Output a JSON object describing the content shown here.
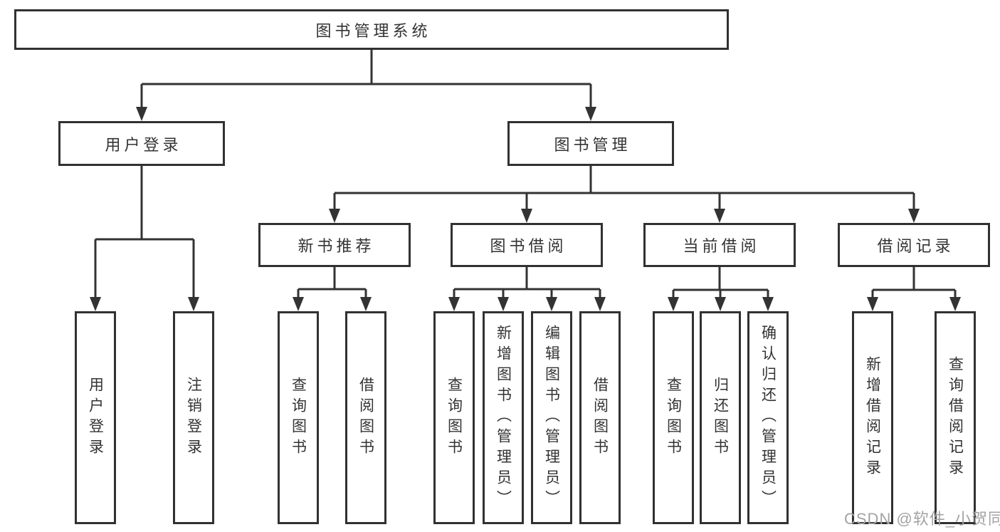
{
  "diagram": {
    "root": {
      "label": "图书管理系统"
    },
    "level2": [
      {
        "label": "用户登录"
      },
      {
        "label": "图书管理"
      }
    ],
    "level3": [
      {
        "label": "新书推荐"
      },
      {
        "label": "图书借阅"
      },
      {
        "label": "当前借阅"
      },
      {
        "label": "借阅记录"
      }
    ],
    "leaves": [
      {
        "label": "用户登录"
      },
      {
        "label": "注销登录"
      },
      {
        "label": "查询图书"
      },
      {
        "label": "借阅图书"
      },
      {
        "label": "查询图书"
      },
      {
        "label": "新增图书（管理员）"
      },
      {
        "label": "编辑图书（管理员）"
      },
      {
        "label": "借阅图书"
      },
      {
        "label": "查询图书"
      },
      {
        "label": "归还图书"
      },
      {
        "label": "确认归还（管理员）"
      },
      {
        "label": "新增借阅记录"
      },
      {
        "label": "查询借阅记录"
      }
    ],
    "colors": {
      "line": "#333333",
      "border": "#313131",
      "text": "#333333",
      "watermark": "#a3a3a3",
      "background": "#ffffff"
    }
  },
  "watermark": {
    "text": "CSDN @软件_小贺同学"
  }
}
